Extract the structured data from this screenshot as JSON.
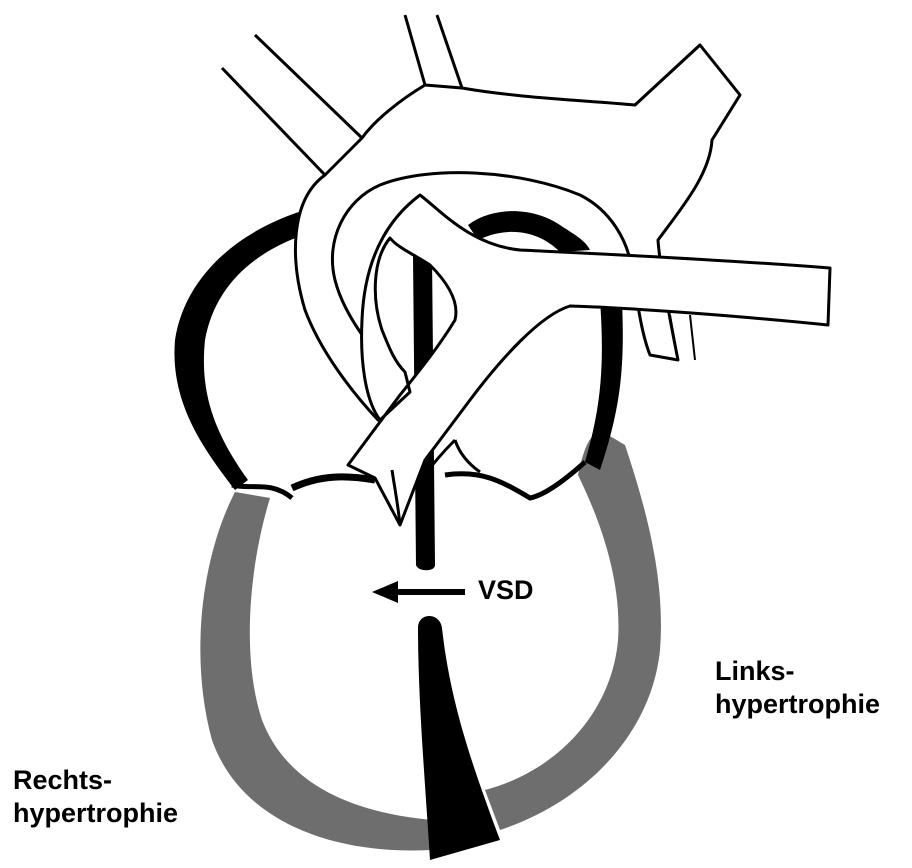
{
  "diagram": {
    "labels": {
      "vsd": "VSD",
      "rechts_line1": "Rechts-",
      "rechts_line2": "hypertrophie",
      "links_line1": "Links-",
      "links_line2": "hypertrophie"
    },
    "colors": {
      "background": "#ffffff",
      "outline": "#000000",
      "hypertrophy_wall": "#6e6e6e",
      "septum": "#000000"
    }
  }
}
